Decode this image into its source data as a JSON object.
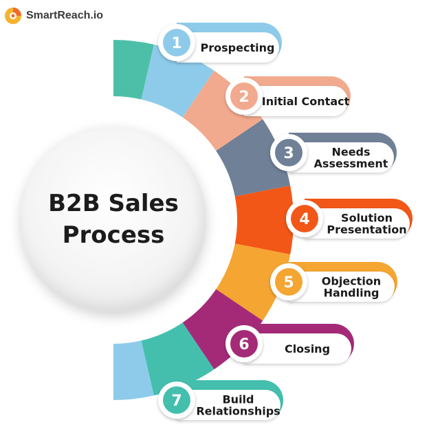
{
  "brand": {
    "name": "SmartReach.io"
  },
  "center": {
    "title": "B2B Sales Process"
  },
  "colors": {
    "step1": "#8ecbea",
    "step2": "#f2aa8e",
    "step3": "#6f8097",
    "step4": "#f25717",
    "step5": "#f5a532",
    "step6": "#a42a78",
    "step7": "#44bfae",
    "arc_top_accent": "#4dbfa8",
    "arc_bottom_accent": "#8ecbea"
  },
  "steps": [
    {
      "number": "1",
      "label_lines": [
        "Prospecting"
      ]
    },
    {
      "number": "2",
      "label_lines": [
        "Initial Contact"
      ]
    },
    {
      "number": "3",
      "label_lines": [
        "Needs",
        "Assessment"
      ]
    },
    {
      "number": "4",
      "label_lines": [
        "Solution",
        "Presentation"
      ]
    },
    {
      "number": "5",
      "label_lines": [
        "Objection",
        "Handling"
      ]
    },
    {
      "number": "6",
      "label_lines": [
        "Closing"
      ]
    },
    {
      "number": "7",
      "label_lines": [
        "Build",
        "Relationships"
      ]
    }
  ]
}
